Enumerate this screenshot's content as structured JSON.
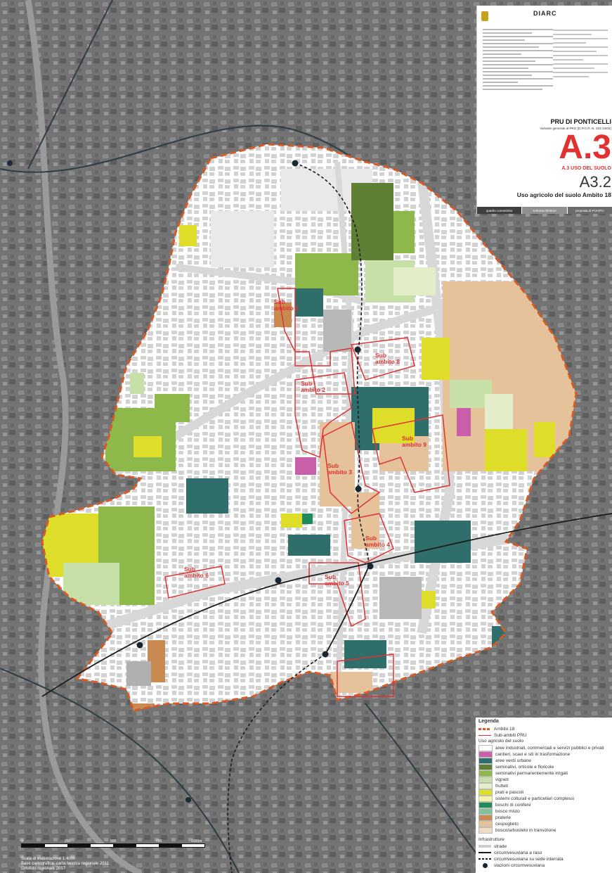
{
  "panel": {
    "diarc_logo": "DIARC",
    "pru_title": "PRU DI PONTICELLI",
    "pru_subtitle": "Variante generale al PRG (D.P.G.R. N. 323 /2004)",
    "code": "A.3",
    "code_subtitle": "A.3 USO DEL SUOLO",
    "sheet_code": "A3.2",
    "sheet_title": "Uso agricolo del suolo Ambito 18",
    "footer": [
      "quadro conoscitivo",
      "schema direttore",
      "proposta di PUA/PU"
    ]
  },
  "sub_ambiti": [
    {
      "label": "Sub\nambito 1"
    },
    {
      "label": "Sub\nambito 2"
    },
    {
      "label": "Sub\nambito 3"
    },
    {
      "label": "Sub\nambito 4"
    },
    {
      "label": "Sub\nambito 5"
    },
    {
      "label": "Sub\nambito 6"
    },
    {
      "label": "Sub\nambito 8"
    },
    {
      "label": "Sub\nambito 9"
    }
  ],
  "legend": {
    "title": "Legenda",
    "ambito": "Ambito 18",
    "sub_ambiti": "Sub-ambiti PRU",
    "uso_heading": "Uso agricolo del suolo",
    "items": [
      {
        "label": "aree industriali, commerciali e servizi pubblici e privati",
        "color": "#ffffff"
      },
      {
        "label": "cantieri, scavi e siti in trasformazione",
        "color": "#c95fa8"
      },
      {
        "label": "aree verdi urbane",
        "color": "#2f6e6b"
      },
      {
        "label": "seminativi, orticole e floricole",
        "color": "#5f7f35"
      },
      {
        "label": "seminativi permanentemente irrigati",
        "color": "#8fb84a"
      },
      {
        "label": "vigneti",
        "color": "#c7e0a8"
      },
      {
        "label": "frutteti",
        "color": "#e3edc7"
      },
      {
        "label": "prati e pascoli",
        "color": "#dede2a"
      },
      {
        "label": "sistemi colturali e particellari complessi",
        "color": "#f3f3a8"
      },
      {
        "label": "boschi di conifere",
        "color": "#1f8a5a"
      },
      {
        "label": "bosco misto",
        "color": "#7fc39a"
      },
      {
        "label": "praterie",
        "color": "#c98a52"
      },
      {
        "label": "cespuglieto",
        "color": "#e6c29a"
      },
      {
        "label": "bosco/arbusteto in transizione",
        "color": "#eedcc6"
      }
    ],
    "infra_heading": "Infrastrutture",
    "infra": [
      {
        "label": "strade"
      },
      {
        "label": "circumvesuviana a raso"
      },
      {
        "label": "circumvesuviana su sede interrata"
      },
      {
        "label": "stazioni circumvesuviana"
      }
    ]
  },
  "scale": {
    "ticks": [
      "0",
      "250",
      "500",
      "750",
      "1000m"
    ],
    "text": [
      "Scala di elaborazione 1:4000",
      "Base cartografica: carta tecnica regionale 2011",
      "Ortofoto regionale 2017"
    ]
  }
}
